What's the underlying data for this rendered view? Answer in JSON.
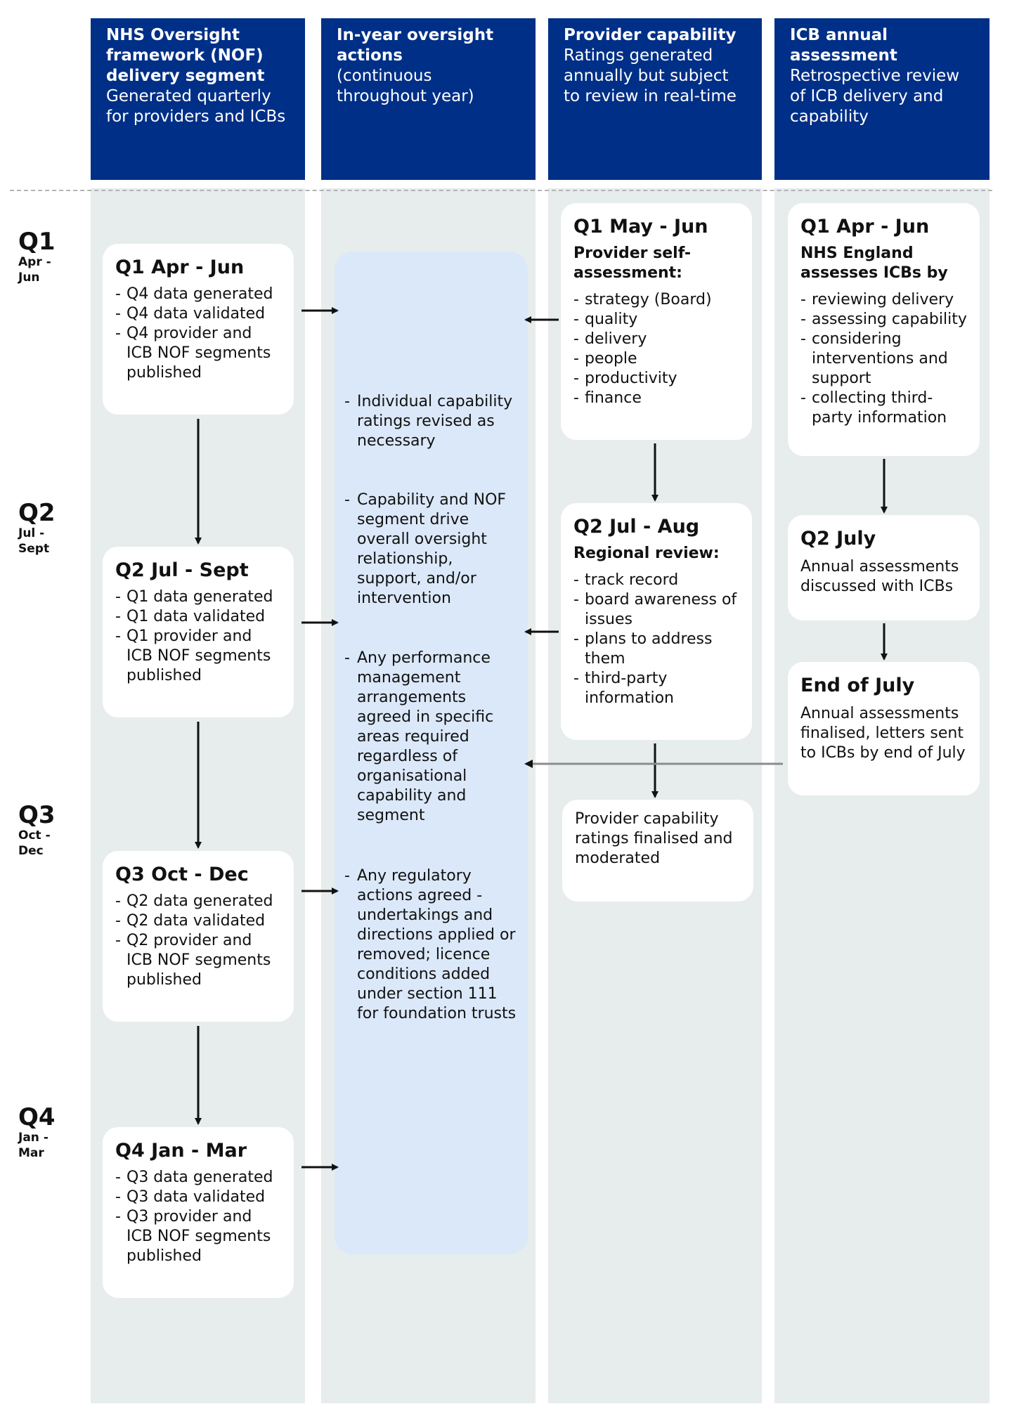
{
  "headers": [
    {
      "title": "NHS Oversight framework (NOF) delivery segment",
      "subtitle": "Generated quarterly for providers and ICBs"
    },
    {
      "title": "In-year oversight actions",
      "subtitle": "(continuous throughout year)"
    },
    {
      "title": "Provider capability",
      "subtitle": "Ratings generated annually but subject to review in real-time"
    },
    {
      "title": "ICB annual assessment",
      "subtitle": "Retrospective review of ICB delivery and capability"
    }
  ],
  "quarters": [
    {
      "label": "Q1",
      "months": "Apr - Jun"
    },
    {
      "label": "Q2",
      "months": "Jul - Sept"
    },
    {
      "label": "Q3",
      "months": "Oct - Dec"
    },
    {
      "label": "Q4",
      "months": "Jan - Mar"
    }
  ],
  "nof_cards": [
    {
      "title": "Q1 Apr - Jun",
      "items": [
        "Q4 data generated",
        "Q4 data validated",
        "Q4 provider and ICB NOF segments published"
      ]
    },
    {
      "title": "Q2 Jul - Sept",
      "items": [
        "Q1 data generated",
        "Q1 data validated",
        "Q1 provider and ICB NOF segments published"
      ]
    },
    {
      "title": "Q3 Oct - Dec",
      "items": [
        "Q2 data generated",
        "Q2 data validated",
        "Q2 provider and ICB NOF segments published"
      ]
    },
    {
      "title": "Q4 Jan - Mar",
      "items": [
        "Q3 data generated",
        "Q3 data validated",
        "Q3 provider and ICB NOF segments published"
      ]
    }
  ],
  "in_year_actions": [
    "Individual capability ratings revised as necessary",
    "Capability and NOF segment drive overall oversight relationship, support, and/or intervention",
    "Any performance management arrangements agreed in specific areas required regardless of organisational capability and segment",
    "Any regulatory actions agreed - undertakings and directions applied or removed; licence conditions added under section 111 for foundation trusts"
  ],
  "provider_cards": [
    {
      "title": "Q1 May - Jun",
      "subtitle": "Provider self-assessment:",
      "items": [
        "strategy (Board)",
        "quality",
        "delivery",
        "people",
        "productivity",
        "finance"
      ]
    },
    {
      "title": "Q2 Jul - Aug",
      "subtitle": "Regional review:",
      "items": [
        "track record",
        "board awareness of issues",
        "plans to address them",
        "third-party information"
      ]
    },
    {
      "text": "Provider capability ratings finalised and moderated"
    }
  ],
  "icb_cards": [
    {
      "title": "Q1 Apr - Jun",
      "subtitle": "NHS England assesses ICBs by",
      "items": [
        "reviewing delivery",
        "assessing capability",
        "considering interventions and support",
        "collecting third-party information"
      ]
    },
    {
      "title": "Q2 July",
      "text": "Annual assessments discussed with ICBs"
    },
    {
      "title": "End of July",
      "text": "Annual assessments finalised, letters sent to ICBs by end of July"
    }
  ]
}
